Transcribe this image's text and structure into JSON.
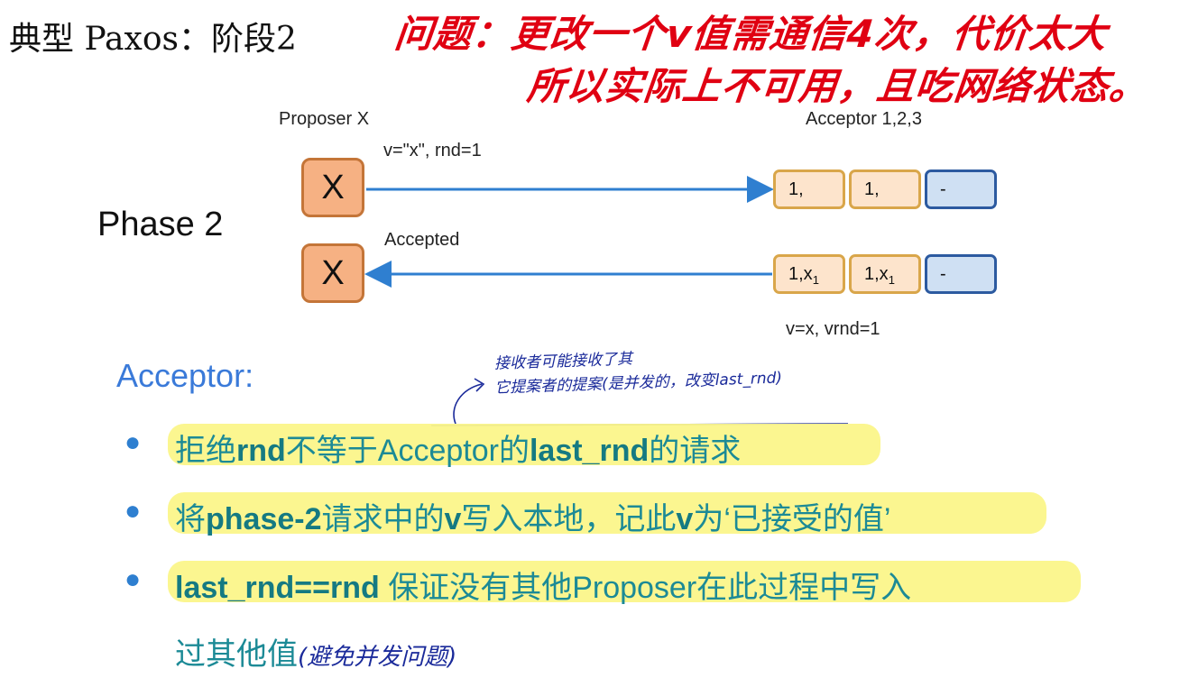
{
  "title": "典型 Paxos：阶段2",
  "handwritten_red": {
    "line1": "问题：更改一个v值需通信4次，代价太大",
    "line2": "所以实际上不可用，且吃网络状态。"
  },
  "diagram": {
    "proposer_label": "Proposer X",
    "acceptor_label": "Acceptor 1,2,3",
    "phase_label": "Phase 2",
    "request_label": "v=\"x\", rnd=1",
    "response_label": "Accepted",
    "proposer_box": "X",
    "row1_cells": [
      "1,",
      "1,",
      "-"
    ],
    "row2_cells": [
      {
        "main": "1,x",
        "sub": "1"
      },
      {
        "main": "1,x",
        "sub": "1"
      },
      {
        "main": "-",
        "sub": ""
      }
    ],
    "state_note": "v=x, vrnd=1",
    "colors": {
      "proposer_fill": "#f6b183",
      "proposer_border": "#c47538",
      "acceptor_fill": "#fde4cc",
      "acceptor_border": "#d9a64a",
      "empty_fill": "#cfe0f3",
      "empty_border": "#2c5aa0",
      "arrow": "#2f7fd0"
    }
  },
  "acceptor_section": {
    "heading": "Acceptor:",
    "handwritten_note_line1": "接收者可能接收了其",
    "handwritten_note_line2": "它提案者的提案(是并发的，改变last_rnd)",
    "bullets": [
      {
        "pre": "拒绝",
        "b1": "rnd",
        "mid": "不等于Acceptor的",
        "b2": "last_rnd",
        "post": "的请求"
      },
      {
        "pre": "将",
        "b1": "phase-2",
        "mid": "请求中的",
        "b2": "v",
        "post": "写入本地，记此",
        "b3": "v",
        "tail": "为‘已接受的值’"
      },
      {
        "b1": "last_rnd==rnd",
        "post": " 保证没有其他Proposer在此过程中写入"
      }
    ],
    "bullet3_cont": "过其他值",
    "bullet3_hand": "(避免并发问题)",
    "highlight_color": "#fbf68a"
  }
}
